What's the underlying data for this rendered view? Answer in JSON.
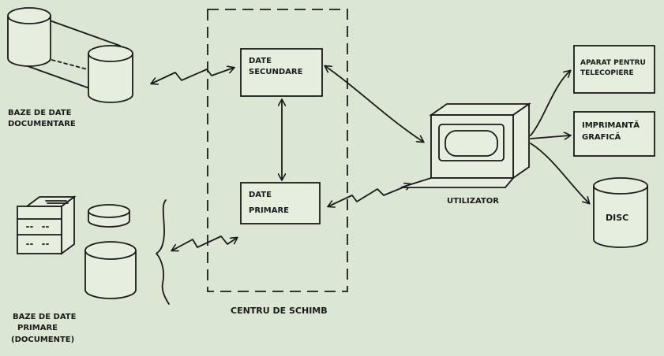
{
  "labels": {
    "documentary_db": [
      "BAZE DE DATE",
      "DOCUMENTARE"
    ],
    "primary_db": [
      "BAZE DE DATE",
      "PRIMARE",
      "(DOCUMENTE)"
    ],
    "secondary_data": [
      "DATE",
      "SECUNDARE"
    ],
    "primary_data": [
      "DATE",
      "PRIMARE"
    ],
    "exchange_center": "CENTRU DE SCHIMB",
    "user": "UTILIZATOR",
    "telecopy": [
      "APARAT PENTRU",
      "TELECOPIERE"
    ],
    "printer": [
      "IMPRIMANTĂ",
      "GRAFICĂ"
    ],
    "disc": "DISC"
  },
  "colors": {
    "paper": "#dbe6d4",
    "ink": "#1a1a1a"
  }
}
